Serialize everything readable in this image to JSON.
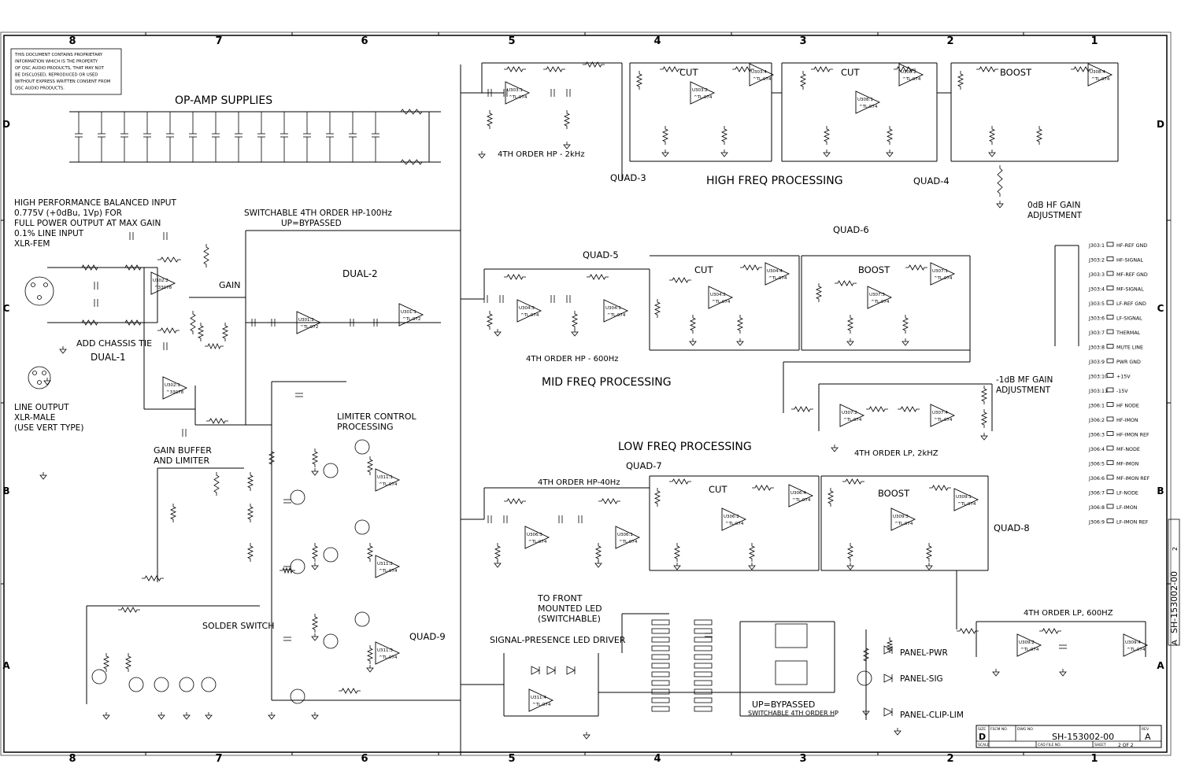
{
  "zones": {
    "columns": [
      "8",
      "7",
      "6",
      "5",
      "4",
      "3",
      "2",
      "1"
    ],
    "rows": [
      "D",
      "C",
      "B",
      "A"
    ]
  },
  "notice": {
    "lines": [
      "THIS DOCUMENT CONTAINS PROPRIETARY",
      "INFORMATION WHICH IS THE PROPERTY",
      "OF QSC AUDIO PRODUCTS, THAT MAY NOT",
      "BE DISCLOSED, REPRODUCED OR USED",
      "WITHOUT EXPRESS WRITTEN CONSENT FROM",
      "QSC AUDIO PRODUCTS."
    ]
  },
  "headings": {
    "opamp_supplies": "OP-AMP SUPPLIES",
    "high_freq": "HIGH FREQ PROCESSING",
    "mid_freq": "MID FREQ PROCESSING",
    "low_freq": "LOW FREQ PROCESSING",
    "limiter_1": "LIMITER CONTROL",
    "limiter_2": "PROCESSING",
    "signal_led": "SIGNAL-PRESENCE LED DRIVER",
    "gain_buffer_1": "GAIN BUFFER",
    "gain_buffer_2": "AND LIMITER",
    "solder_switch": "SOLDER SWITCH",
    "front_led_1": "TO FRONT",
    "front_led_2": "MOUNTED LED",
    "front_led_3": "(SWITCHABLE)"
  },
  "input": {
    "lines": [
      "HIGH PERFORMANCE BALANCED INPUT",
      "0.775V (+0dBu, 1Vp) FOR",
      "FULL POWER OUTPUT AT MAX GAIN",
      "0.1% LINE INPUT",
      "XLR-FEM"
    ],
    "add_chassis_tie": "ADD CHASSIS TIE",
    "dual1": "DUAL-1",
    "gain": "GAIN",
    "line_out": [
      "LINE OUTPUT",
      "XLR-MALE",
      "(USE VERT TYPE)"
    ]
  },
  "hp100": {
    "title": "SWITCHABLE 4TH ORDER HP-100Hz",
    "sub": "UP=BYPASSED",
    "dual2": "DUAL-2"
  },
  "blocks": {
    "quad3": "QUAD-3",
    "quad4": "QUAD-4",
    "quad5": "QUAD-5",
    "quad6": "QUAD-6",
    "quad7": "QUAD-7",
    "quad8": "QUAD-8",
    "quad9": "QUAD-9",
    "cut1": "CUT",
    "cut2": "CUT",
    "boost1": "BOOST",
    "cut3": "CUT",
    "boost2": "BOOST",
    "cut4": "CUT",
    "boost3": "BOOST",
    "hp2k": "4TH ORDER HP - 2kHz",
    "hp600": "4TH ORDER HP - 600Hz",
    "hp40": "4TH ORDER HP-40Hz",
    "lp2k": "4TH ORDER LP, 2kHZ",
    "lp600": "4TH ORDER LP, 600HZ",
    "hf_adj_1": "0dB HF GAIN",
    "hf_adj_2": "ADJUSTMENT",
    "mf_adj_1": "-1dB MF GAIN",
    "mf_adj_2": "ADJUSTMENT"
  },
  "opamps": [
    {
      "ref": "U303:1",
      "type": "TL-074"
    },
    {
      "ref": "U303:2",
      "type": "TL-074"
    },
    {
      "ref": "U303:4",
      "type": "TL-074"
    },
    {
      "ref": "U308:1",
      "type": "TL-074"
    },
    {
      "ref": "U308:2",
      "type": "TL-074"
    },
    {
      "ref": "U308:4",
      "type": "TL-074"
    },
    {
      "ref": "U301:2",
      "type": "TL-072"
    },
    {
      "ref": "U301:1",
      "type": "TL-072"
    },
    {
      "ref": "U304:3",
      "type": "TL-074"
    },
    {
      "ref": "U304:1",
      "type": "TL-074"
    },
    {
      "ref": "U304:2",
      "type": "TL-074"
    },
    {
      "ref": "U304:4",
      "type": "TL-074"
    },
    {
      "ref": "U307:3",
      "type": "TL-074"
    },
    {
      "ref": "U307:1",
      "type": "TL-074"
    },
    {
      "ref": "U307:2",
      "type": "TL-074"
    },
    {
      "ref": "U307:4",
      "type": "TL-074"
    },
    {
      "ref": "U306:3",
      "type": "TL-074"
    },
    {
      "ref": "U306:1",
      "type": "TL-074"
    },
    {
      "ref": "U306:2",
      "type": "TL-074"
    },
    {
      "ref": "U306:4",
      "type": "TL-074"
    },
    {
      "ref": "U309:3",
      "type": "TL-074"
    },
    {
      "ref": "U309:1",
      "type": "TL-074"
    },
    {
      "ref": "U309:2",
      "type": "TL-074"
    },
    {
      "ref": "U309:4",
      "type": "TL-074"
    },
    {
      "ref": "U311:1",
      "type": "TL-074"
    },
    {
      "ref": "U311:2",
      "type": "TL-074"
    },
    {
      "ref": "U311:3",
      "type": "TL-074"
    },
    {
      "ref": "U311:4",
      "type": "TL-074"
    },
    {
      "ref": "U302:2",
      "type": "33078"
    },
    {
      "ref": "U302:1",
      "type": "33078"
    }
  ],
  "connectors": [
    {
      "pin": "J303:1",
      "label": "HF-REF GND"
    },
    {
      "pin": "J303:2",
      "label": "HF-SIGNAL"
    },
    {
      "pin": "J303:3",
      "label": "MF-REF GND"
    },
    {
      "pin": "J303:4",
      "label": "MF-SIGNAL"
    },
    {
      "pin": "J303:5",
      "label": "LF-REF GND"
    },
    {
      "pin": "J303:6",
      "label": "LF-SIGNAL"
    },
    {
      "pin": "J303:7",
      "label": "THERMAL"
    },
    {
      "pin": "J303:8",
      "label": "MUTE LINE"
    },
    {
      "pin": "J303:9",
      "label": "PWR GND"
    },
    {
      "pin": "J303:10",
      "label": "+15V"
    },
    {
      "pin": "J303:11",
      "label": "-15V"
    },
    {
      "pin": "J306:1",
      "label": "HF NODE"
    },
    {
      "pin": "J306:2",
      "label": "HF-IMON"
    },
    {
      "pin": "J306:3",
      "label": "HF-IMON REF"
    },
    {
      "pin": "J306:4",
      "label": "MF-NODE"
    },
    {
      "pin": "J306:5",
      "label": "MF-IMON"
    },
    {
      "pin": "J306:6",
      "label": "MF-IMON REF"
    },
    {
      "pin": "J306:7",
      "label": "LF-NODE"
    },
    {
      "pin": "J306:8",
      "label": "LF-IMON"
    },
    {
      "pin": "J306:9",
      "label": "LF-IMON REF"
    }
  ],
  "panel": {
    "pwr": "PANEL-PWR",
    "sig": "PANEL-SIG",
    "clip": "PANEL-CLIP-LIM",
    "bypass_1": "UP=BYPASSED",
    "bypass_2": "SWITCHABLE 4TH ORDER HP"
  },
  "title_block": {
    "size_label": "SIZE",
    "size": "D",
    "fscm_label": "FSCM NO.",
    "dwg_label": "DWG NO.",
    "dwg_no": "SH-153002-00",
    "rev_label": "REV",
    "rev": "A",
    "scale_label": "SCALE",
    "cad_label": "CAD FILE NO.",
    "sheet_label": "SHEET",
    "sheet": "2 OF 2",
    "side_dwg": "SH-153002-00",
    "side_rev": "A",
    "side_sheet": "2"
  }
}
